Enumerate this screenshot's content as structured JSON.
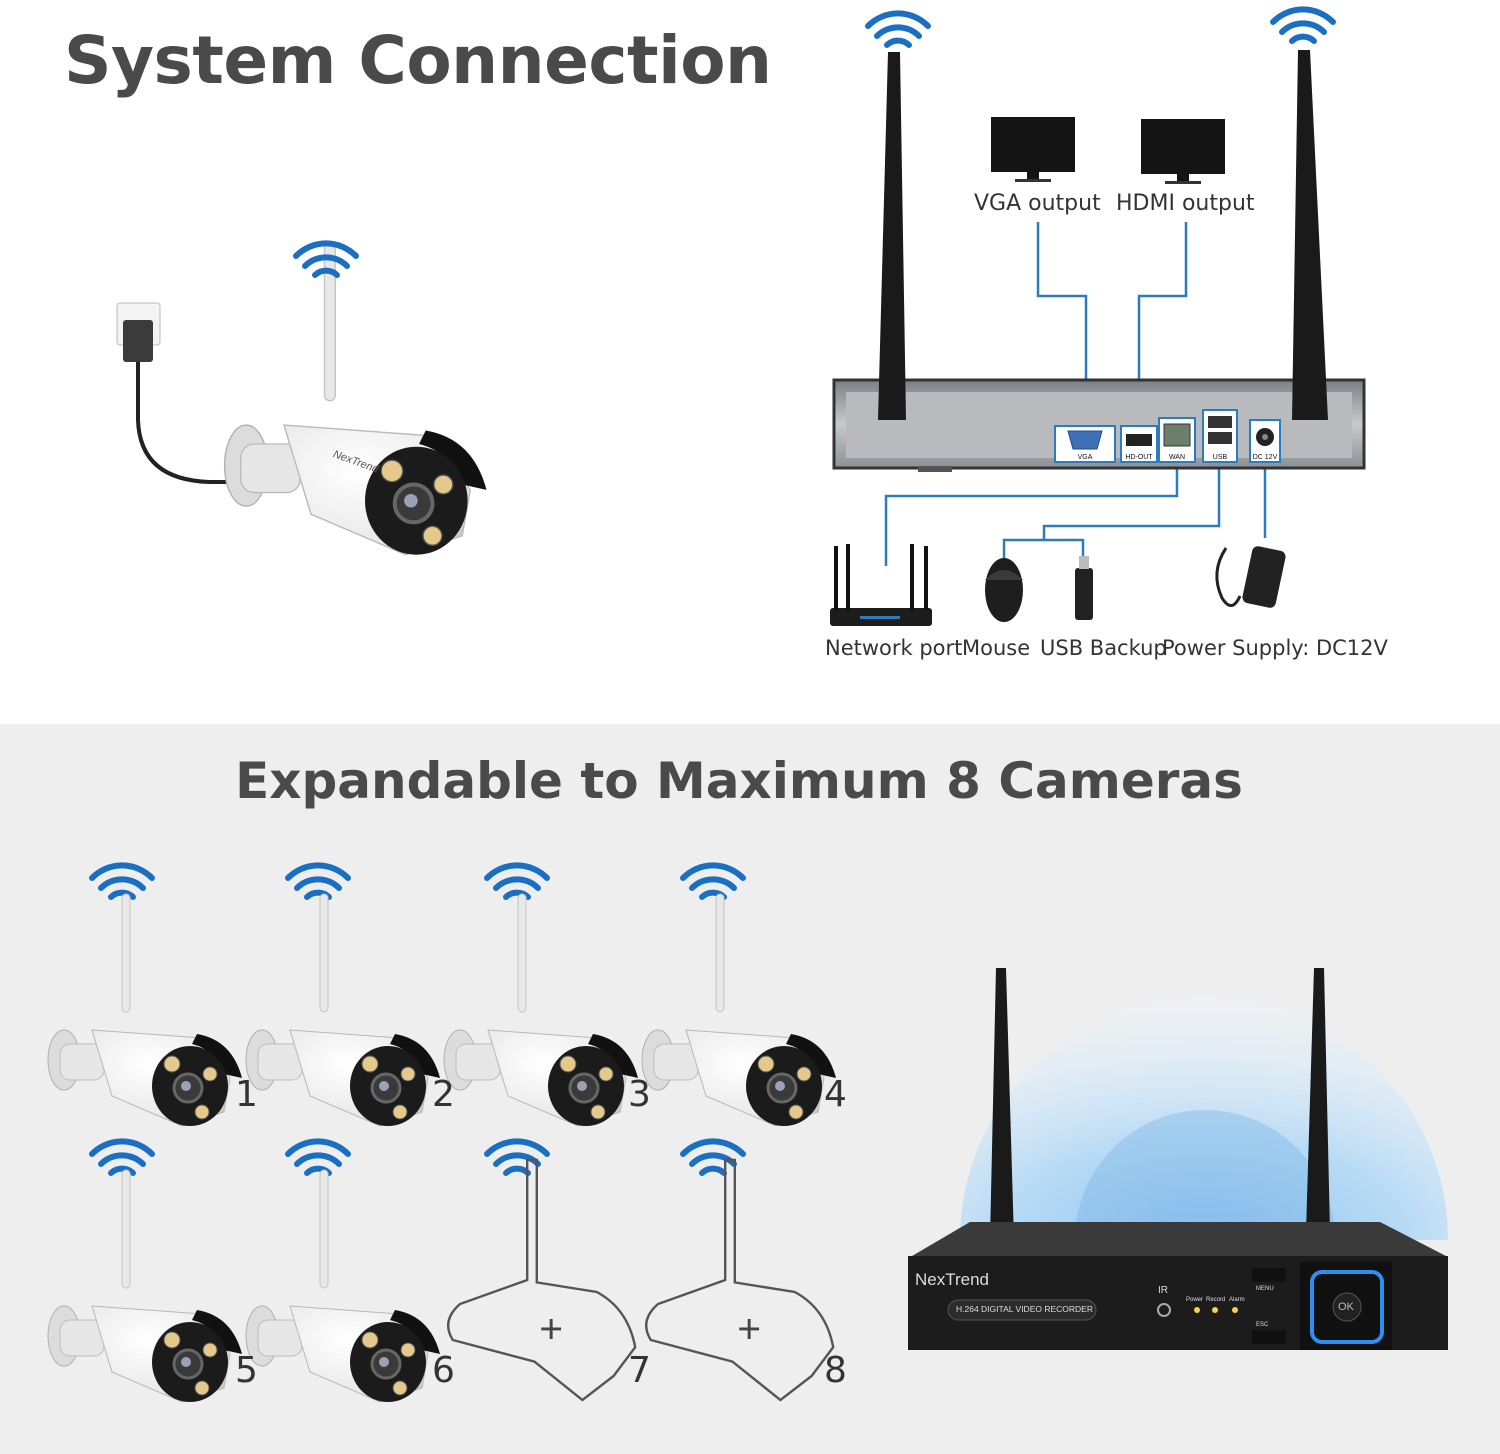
{
  "title": "System Connection",
  "outputs": {
    "vga": "VGA output",
    "hdmi": "HDMI output"
  },
  "ports": [
    "VGA",
    "HD-OUT",
    "WAN",
    "USB",
    "DC 12V"
  ],
  "peripherals": {
    "network": "Network port",
    "mouse": "Mouse",
    "usb": "USB Backup",
    "power": "Power Supply: DC12V"
  },
  "expand_title": "Expandable to Maximum 8 Cameras",
  "camera_numbers": [
    "1",
    "2",
    "3",
    "4",
    "5",
    "6",
    "7",
    "8"
  ],
  "camera_brand": "NexTrend",
  "nvr": {
    "brand": "NexTrend",
    "model_label": "H.264 DIGITAL VIDEO RECORDER",
    "ir": "IR",
    "leds": [
      "Power",
      "Record",
      "Alarm"
    ],
    "menu": "MENU",
    "esc": "ESC",
    "ok": "OK"
  },
  "colors": {
    "wifi": "#1a6fc2",
    "line": "#2b7bbf",
    "heading": "#4a4a4a",
    "bottom_bg": "#eeeeee"
  }
}
